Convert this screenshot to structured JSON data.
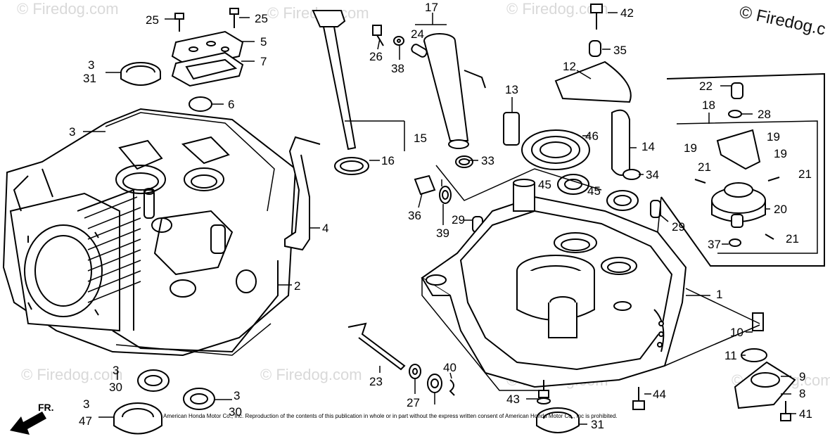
{
  "watermarks": {
    "brand": "© Firedog.com",
    "top_right": "© Firedog.c"
  },
  "copyright": "American Honda Motor Co., Inc. Reproduction of the contents of this publication in whole or in part without the express written consent of American Honda Motor Co., Inc is prohibited.",
  "direction_label": "FR.",
  "callouts": [
    "1",
    "2",
    "3",
    "4",
    "5",
    "6",
    "7",
    "8",
    "9",
    "10",
    "11",
    "12",
    "13",
    "14",
    "15",
    "16",
    "17",
    "18",
    "19",
    "20",
    "21",
    "22",
    "23",
    "24",
    "25",
    "26",
    "27",
    "28",
    "29",
    "30",
    "31",
    "33",
    "34",
    "35",
    "36",
    "37",
    "38",
    "39",
    "40",
    "41",
    "42",
    "43",
    "44",
    "45",
    "46",
    "47"
  ]
}
